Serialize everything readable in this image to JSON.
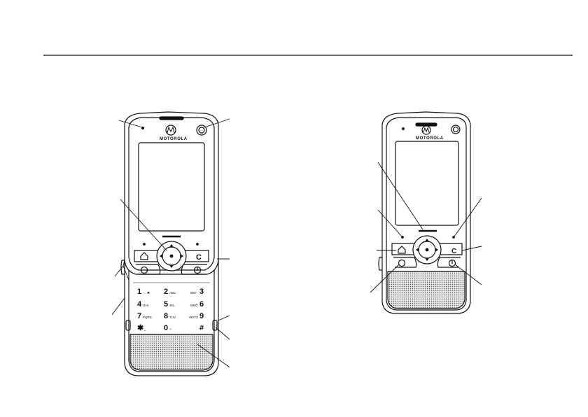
{
  "brand": "MOTOROLA",
  "keypad": [
    {
      "digit": "1",
      "letters": "▫…✱"
    },
    {
      "digit": "2",
      "letters": "ABC"
    },
    {
      "digit": "3",
      "letters": "DEF"
    },
    {
      "digit": "4",
      "letters": "GHI"
    },
    {
      "digit": "5",
      "letters": "JKL"
    },
    {
      "digit": "6",
      "letters": "MNO"
    },
    {
      "digit": "7",
      "letters": "PQRS"
    },
    {
      "digit": "8",
      "letters": "TUV"
    },
    {
      "digit": "9",
      "letters": "WXYZ"
    },
    {
      "digit": "✱",
      "letters": "⎵"
    },
    {
      "digit": "0",
      "letters": "+"
    },
    {
      "digit": "#",
      "letters": ""
    }
  ],
  "icons": {
    "home": "home-icon",
    "clear": "clear-back-icon",
    "send": "send-call-icon",
    "end": "end-power-icon",
    "camera": "camera-lens-icon",
    "speaker": "speaker-grille-icon"
  },
  "colors": {
    "line": "#111111",
    "screen": "#ffffff",
    "background": "#ffffff"
  }
}
